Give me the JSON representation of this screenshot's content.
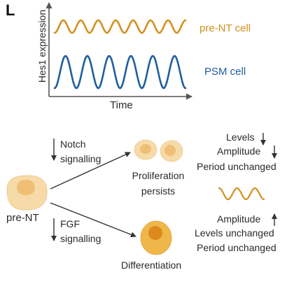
{
  "panel_label": "L",
  "plot": {
    "ylabel": "Hes1 expression",
    "xlabel": "Time",
    "series": [
      {
        "name": "pre-NT cell",
        "color": "#d4901f",
        "cycles": 7.5,
        "amplitude": "low"
      },
      {
        "name": "PSM cell",
        "color": "#1f5e9e",
        "cycles": 6,
        "amplitude": "high"
      }
    ]
  },
  "cells": {
    "source": "pre-NT",
    "proliferation": "Proliferation\npersists",
    "differentiation": "Differentiation"
  },
  "signals": {
    "notch": "Notch\nsignalling",
    "fgf": "FGF\nsignalling"
  },
  "outcomes": {
    "notch": {
      "levels": "Levels",
      "levels_dir": "down",
      "amplitude": "Amplitude",
      "amplitude_dir": "down",
      "period": "Period unchanged"
    },
    "fgf": {
      "amplitude": "Amplitude",
      "amplitude_dir": "up",
      "levels": "Levels unchanged",
      "period": "Period unchanged"
    }
  },
  "colors": {
    "pre_nt_cell_outer": "#f6dba9",
    "pre_nt_cell_inner": "#efbf75",
    "diff_cell_outer": "#efb64a",
    "diff_cell_inner": "#dd8a1c",
    "orange_wave": "#d4901f",
    "blue_wave": "#1f5e9e",
    "axis": "#555555"
  }
}
